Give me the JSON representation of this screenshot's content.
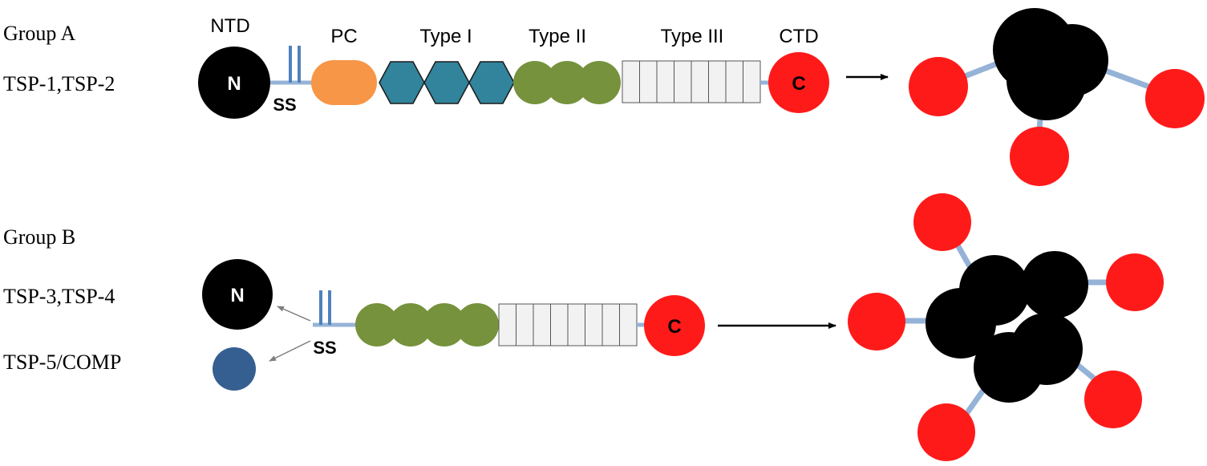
{
  "group_a": {
    "title": "Group A",
    "members": "TSP-1,TSP-2",
    "domain_labels": {
      "ntd": "NTD",
      "pc": "PC",
      "type1": "Type I",
      "type2": "Type II",
      "type3": "Type III",
      "ctd": "CTD"
    },
    "n_label": "N",
    "ss_label": "SS",
    "c_label": "C",
    "type1_repeats": 3,
    "type2_repeats": 3,
    "type3_repeats": 8,
    "oligomer_subunits": 3
  },
  "group_b": {
    "title": "Group B",
    "members_1": "TSP-3,TSP-4",
    "members_2": "TSP-5/COMP",
    "n_label": "N",
    "ss_label": "SS",
    "c_label": "C",
    "type2_repeats": 4,
    "type3_repeats": 8,
    "oligomer_subunits": 5
  },
  "colors": {
    "ntd": "#000000",
    "pc": "#f79646",
    "type1": "#31849b",
    "type2": "#76923c",
    "type3_fill": "#f2f2f2",
    "ctd": "#ff1a1a",
    "linker": "#95b3d7",
    "ss": "#4f81bd",
    "small_ntd": "#365f91",
    "arrow_small": "#7f7f7f"
  }
}
